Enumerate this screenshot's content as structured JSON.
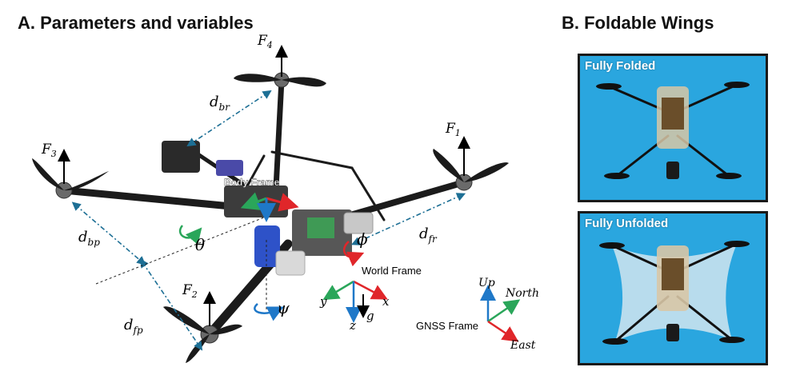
{
  "panel_a": {
    "title": "A. Parameters and variables",
    "forces": {
      "f1": "F",
      "f1_sub": "1",
      "f2": "F",
      "f2_sub": "2",
      "f3": "F",
      "f3_sub": "3",
      "f4": "F",
      "f4_sub": "4"
    },
    "distances": {
      "d_br": "d",
      "d_br_sub": "br",
      "d_bp": "d",
      "d_bp_sub": "bp",
      "d_fr": "d",
      "d_fr_sub": "fr",
      "d_fp": "d",
      "d_fp_sub": "fp"
    },
    "angles": {
      "theta": "θ",
      "phi": "ϕ",
      "psi": "ψ"
    },
    "body_frame": "Body Frame",
    "world_frame": {
      "label": "World Frame",
      "x": "x",
      "y": "y",
      "z": "z",
      "g": "g"
    },
    "gnss_frame": {
      "label": "GNSS Frame",
      "up": "Up",
      "north": "North",
      "east": "East"
    }
  },
  "panel_b": {
    "title": "B. Foldable Wings",
    "photo_top_label": "Fully Folded",
    "photo_bottom_label": "Fully Unfolded"
  },
  "colors": {
    "x_axis": "#e0262a",
    "y_axis": "#2aa65a",
    "z_axis": "#1f78c8",
    "distance_line": "#1d6f95",
    "photo_background": "#2aa6df"
  }
}
